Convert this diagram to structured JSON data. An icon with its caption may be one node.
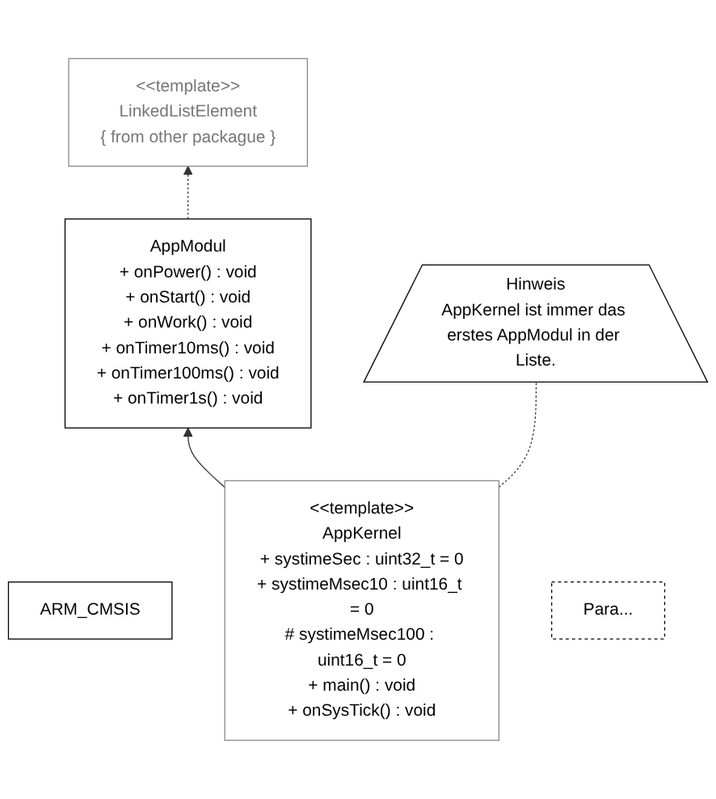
{
  "diagram": {
    "nodes": [
      {
        "text": [
          "<<template>>",
          "LinkedListElement",
          "{ from other packague }"
        ]
      },
      {
        "text": [
          "AppModul",
          "+ onPower() : void",
          "+ onStart() : void",
          "+ onWork() : void",
          "+ onTimer10ms() : void",
          "+ onTimer100ms() : void",
          "+ onTimer1s() : void"
        ]
      },
      {
        "text": [
          "ARM_CMSIS"
        ]
      },
      {
        "text": [
          "Hinweis",
          "AppKernel ist immer das erstes AppModul in der Liste."
        ]
      },
      {
        "text": [
          "<<template>>",
          "AppKernel",
          "+ systimeSec : uint32_t = 0",
          "+ systimeMsec10 : uint16_t = 0",
          "# systimeMsec100 : uint16_t = 0",
          "+ main() : void",
          "+ onSysTick() : void"
        ]
      },
      {
        "text": [
          "Para..."
        ]
      }
    ],
    "edges": [
      {
        "from": 1,
        "to": 0,
        "arrow": "to",
        "style": "dashed"
      },
      {
        "from": 4,
        "to": 1,
        "arrow": "to"
      },
      {
        "from": 4,
        "to": 3,
        "arrow": "none",
        "style": "dashed"
      }
    ]
  }
}
